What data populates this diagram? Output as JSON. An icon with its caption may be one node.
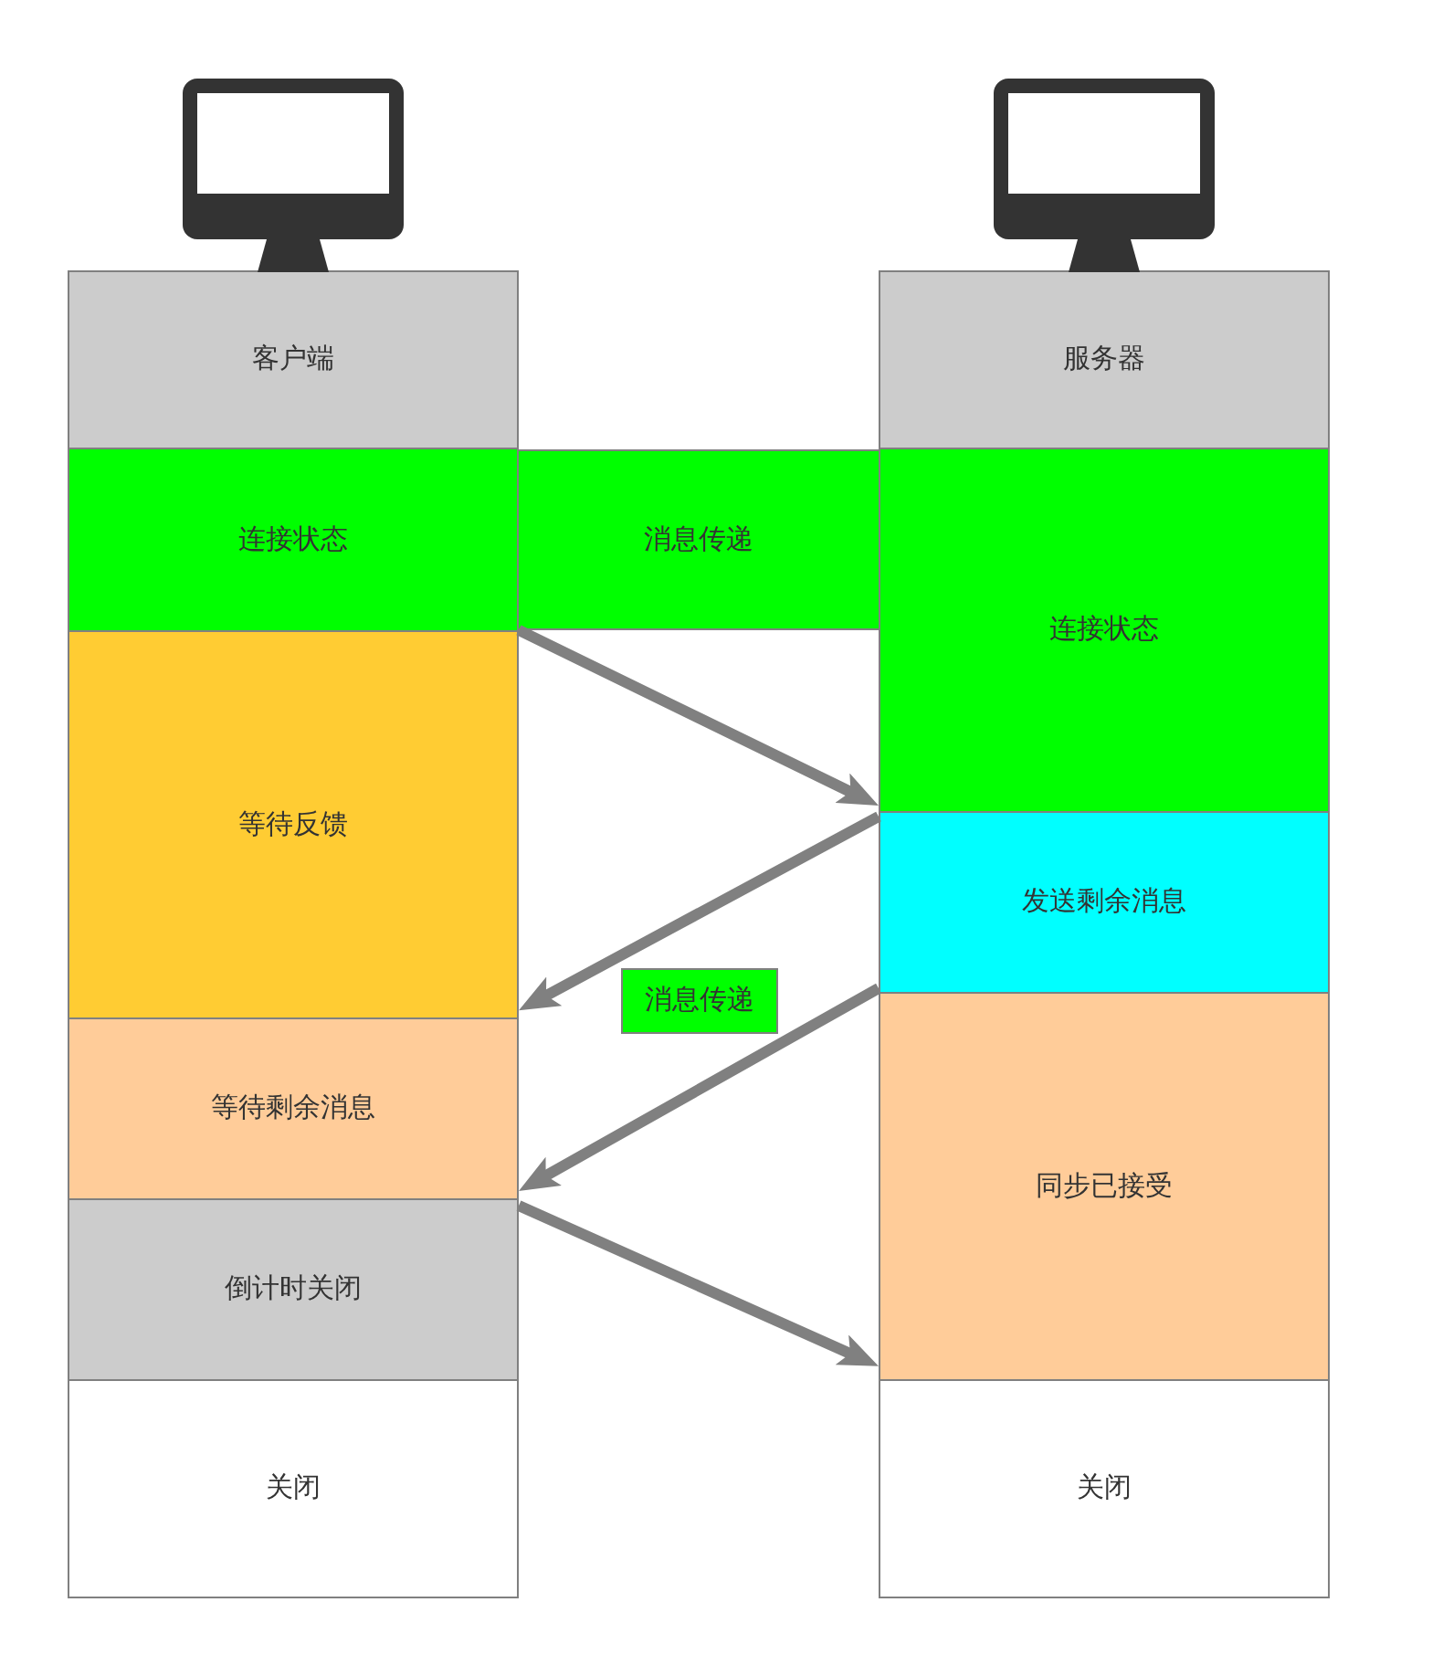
{
  "diagram": {
    "nodes": [
      {
        "text": [
          "客户端"
        ]
      },
      {
        "text": [
          "服务器"
        ]
      },
      {
        "text": [
          "连接状态"
        ]
      },
      {
        "text": [
          "消息传递"
        ]
      },
      {
        "text": [
          "连接状态"
        ]
      },
      {
        "text": [
          "等待反馈"
        ]
      },
      {
        "text": [
          "发送剩余消息"
        ]
      },
      {
        "text": [
          "消息传递"
        ]
      },
      {
        "text": [
          "等待剩余消息"
        ]
      },
      {
        "text": [
          "同步已接受"
        ]
      },
      {
        "text": [
          "倒计时关闭"
        ]
      },
      {
        "text": [
          "关闭"
        ]
      },
      {
        "text": [
          "关闭"
        ]
      }
    ],
    "edges": [
      {
        "from": 2,
        "to": 4,
        "arrow": "to"
      },
      {
        "from": 6,
        "to": 5,
        "arrow": "to"
      },
      {
        "from": 6,
        "to": 8,
        "arrow": "to"
      },
      {
        "from": 10,
        "to": 9,
        "arrow": "to"
      }
    ]
  }
}
